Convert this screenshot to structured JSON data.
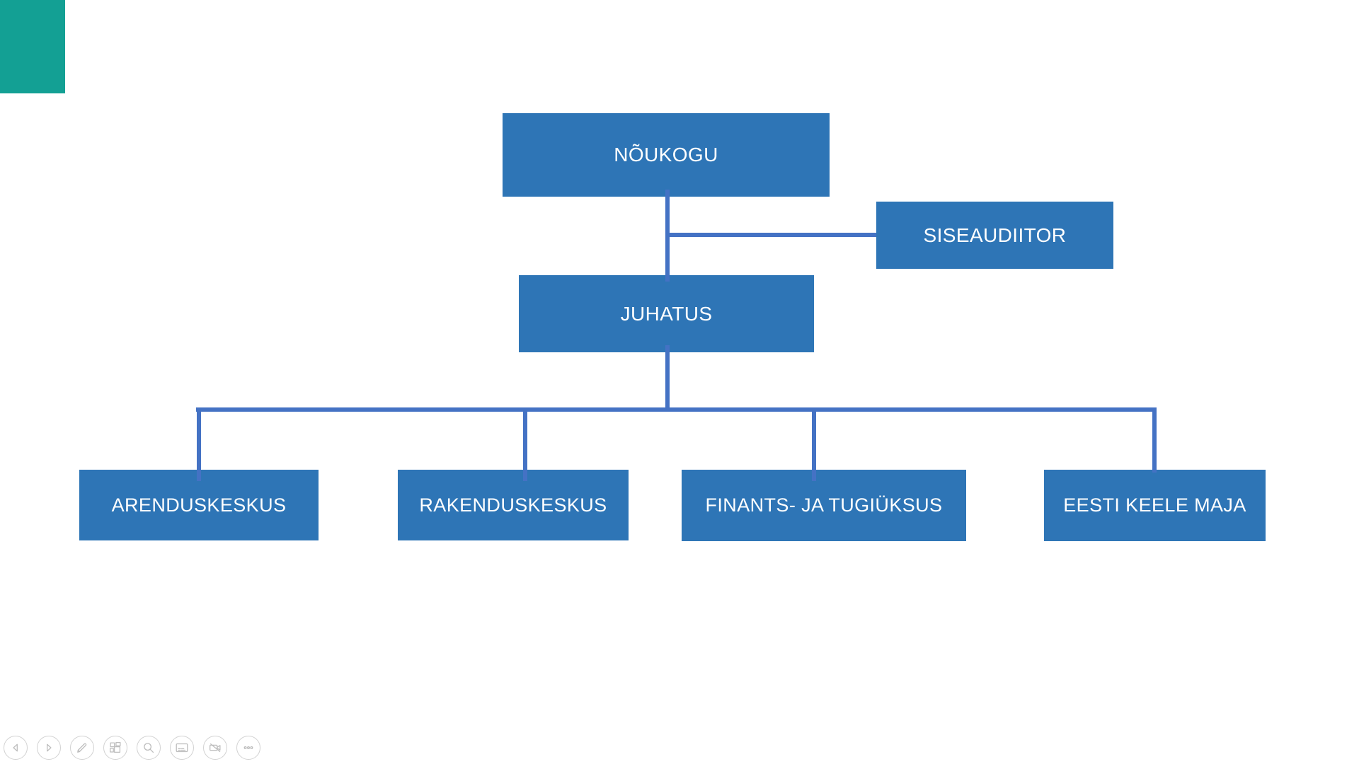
{
  "colors": {
    "background": "#FFFFFF",
    "accent_square": "#13A094",
    "node_fill": "#2E75B6",
    "node_text": "#FFFFFF",
    "connector": "#4472C4",
    "toolbar_icon": "#BDBDBD"
  },
  "org_chart": {
    "type": "organization-hierarchy",
    "nodes": [
      {
        "id": "noukogu",
        "label": "NÕUKOGU",
        "reports_to": null
      },
      {
        "id": "siseaudiitor",
        "label": "SISEAUDIITOR",
        "reports_to": "noukogu"
      },
      {
        "id": "juhatus",
        "label": "JUHATUS",
        "reports_to": "noukogu"
      },
      {
        "id": "arenduskeskus",
        "label": "ARENDUSKESKUS",
        "reports_to": "juhatus"
      },
      {
        "id": "rakenduskeskus",
        "label": "RAKENDUSKESKUS",
        "reports_to": "juhatus"
      },
      {
        "id": "finants_tugiuksus",
        "label": "FINANTS- JA TUGIÜKSUS",
        "reports_to": "juhatus"
      },
      {
        "id": "eesti_keele_maja",
        "label": "EESTI KEELE MAJA",
        "reports_to": "juhatus"
      }
    ]
  },
  "toolbar": {
    "buttons": [
      {
        "id": "previous-slide",
        "icon": "previous-arrow-icon"
      },
      {
        "id": "next-slide",
        "icon": "next-arrow-icon"
      },
      {
        "id": "pen-tools",
        "icon": "pen-icon"
      },
      {
        "id": "see-all-slides",
        "icon": "slides-grid-icon"
      },
      {
        "id": "zoom-slide",
        "icon": "magnifier-icon"
      },
      {
        "id": "subtitles",
        "icon": "captions-icon"
      },
      {
        "id": "camera-toggle",
        "icon": "camera-off-icon"
      },
      {
        "id": "more-options",
        "icon": "ellipsis-icon"
      }
    ]
  }
}
